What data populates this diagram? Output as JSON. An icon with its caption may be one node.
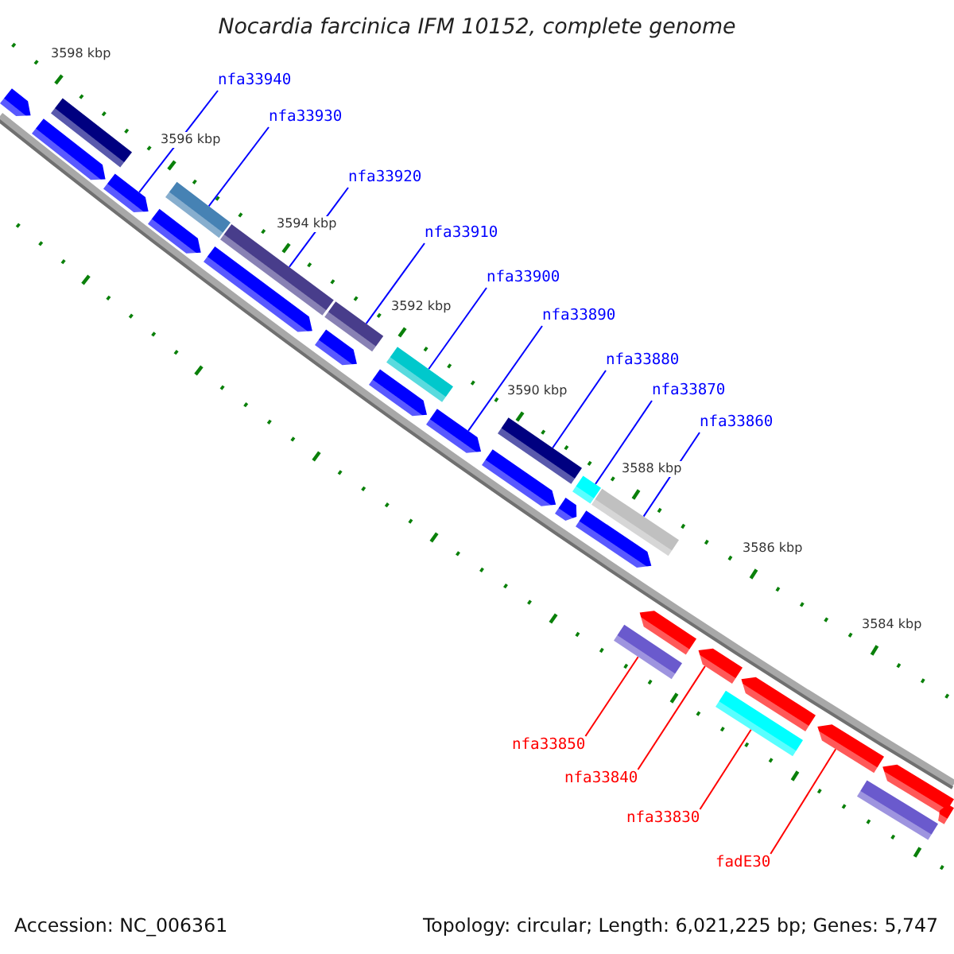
{
  "diagram": {
    "title": "Nocardia farcinica IFM 10152, complete genome",
    "nodes": [
      {
        "text": [
          "nfa33940"
        ]
      },
      {
        "text": [
          "nfa33930"
        ]
      },
      {
        "text": [
          "nfa33920"
        ]
      },
      {
        "text": [
          "nfa33910"
        ]
      },
      {
        "text": [
          "nfa33900"
        ]
      },
      {
        "text": [
          "nfa33890"
        ]
      },
      {
        "text": [
          "nfa33880"
        ]
      },
      {
        "text": [
          "nfa33870"
        ]
      },
      {
        "text": [
          "nfa33860"
        ]
      },
      {
        "text": [
          "nfa33850"
        ]
      },
      {
        "text": [
          "nfa33840"
        ]
      },
      {
        "text": [
          "nfa33830"
        ]
      },
      {
        "text": [
          "fadE30"
        ]
      },
      {
        "text": [],
        "shape": "arrow"
      },
      {
        "text": [],
        "shape": "arrow"
      },
      {
        "text": [],
        "shape": "box"
      },
      {
        "text": [],
        "shape": "arrow"
      },
      {
        "text": [],
        "shape": "arrow"
      },
      {
        "text": [],
        "shape": "box"
      },
      {
        "text": [],
        "shape": "arrow"
      },
      {
        "text": [],
        "shape": "box"
      },
      {
        "text": [],
        "shape": "arrow"
      },
      {
        "text": [],
        "shape": "box"
      },
      {
        "text": [],
        "shape": "arrow"
      },
      {
        "text": [],
        "shape": "box"
      },
      {
        "text": [],
        "shape": "arrow"
      },
      {
        "text": [],
        "shape": "arrow"
      },
      {
        "text": [],
        "shape": "box"
      },
      {
        "text": [],
        "shape": "arrow"
      },
      {
        "text": [],
        "shape": "box"
      },
      {
        "text": [],
        "shape": "arrow"
      },
      {
        "text": [],
        "shape": "box"
      },
      {
        "text": [],
        "shape": "box"
      },
      {
        "text": [],
        "shape": "arrow"
      },
      {
        "text": [],
        "shape": "arrow"
      },
      {
        "text": [],
        "shape": "box"
      },
      {
        "text": [],
        "shape": "arrow"
      },
      {
        "text": [],
        "shape": "arrow"
      },
      {
        "text": [],
        "shape": "box"
      },
      {
        "text": [],
        "shape": "arrow"
      },
      {
        "text": [],
        "shape": "arrow"
      }
    ],
    "edges": [
      {
        "from": 0,
        "to": 16,
        "arrow": "none"
      },
      {
        "from": 1,
        "to": 18,
        "arrow": "none"
      },
      {
        "from": 2,
        "to": 20,
        "arrow": "none"
      },
      {
        "from": 3,
        "to": 22,
        "arrow": "none"
      },
      {
        "from": 4,
        "to": 24,
        "arrow": "none"
      },
      {
        "from": 5,
        "to": 25,
        "arrow": "none"
      },
      {
        "from": 6,
        "to": 27,
        "arrow": "none"
      },
      {
        "from": 7,
        "to": 29,
        "arrow": "none"
      },
      {
        "from": 8,
        "to": 31,
        "arrow": "none"
      },
      {
        "from": 9,
        "to": 32,
        "arrow": "none",
        "color": "#ff0000"
      },
      {
        "from": 10,
        "to": 34,
        "arrow": "none",
        "color": "#ff0000"
      },
      {
        "from": 11,
        "to": 35,
        "arrow": "none",
        "color": "#ff0000"
      },
      {
        "from": 12,
        "to": 37,
        "arrow": "none",
        "color": "#ff0000"
      }
    ],
    "labels": [
      "3598 kbp",
      "3596 kbp",
      "3594 kbp",
      "3592 kbp",
      "3590 kbp",
      "3588 kbp",
      "3586 kbp",
      "3584 kbp",
      "Accession: NC_006361",
      "Topology: circular; Length: 6,021,225 bp; Genes: 5,747"
    ]
  }
}
